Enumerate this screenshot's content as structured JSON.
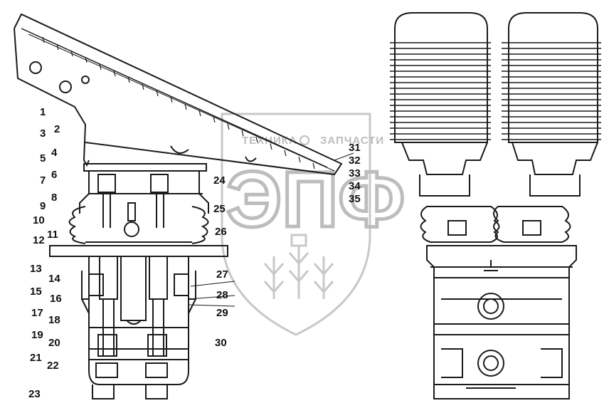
{
  "watermark": {
    "left_text": "ТЕХНИКА",
    "right_text": "ЗАПЧАСТИ",
    "logo": "ЭПФ",
    "color": "#bdbdbd"
  },
  "line_color": "#1a1a1a",
  "callouts": [
    "1",
    "2",
    "3",
    "4",
    "5",
    "6",
    "7",
    "8",
    "9",
    "10",
    "11",
    "12",
    "13",
    "14",
    "15",
    "16",
    "17",
    "18",
    "19",
    "20",
    "21",
    "22",
    "23",
    "24",
    "25",
    "26",
    "27",
    "28",
    "29",
    "30",
    "31",
    "32",
    "33",
    "34",
    "35"
  ]
}
